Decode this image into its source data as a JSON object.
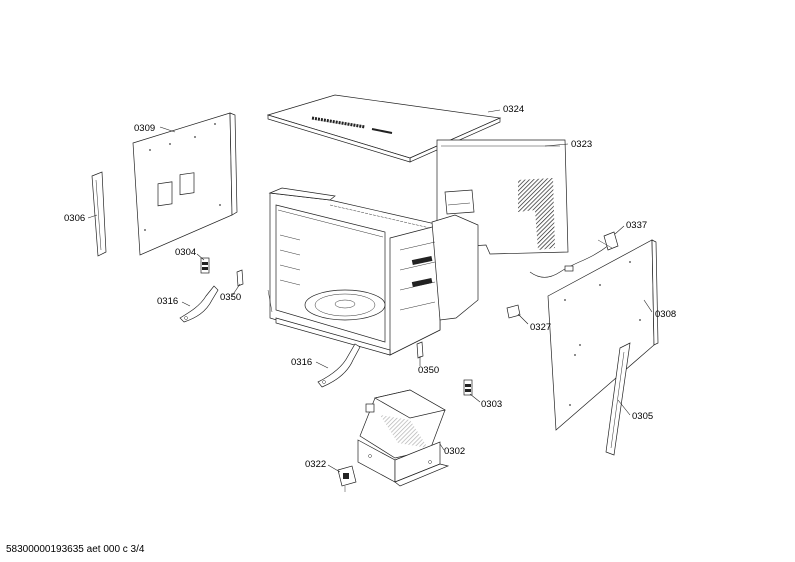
{
  "labels": {
    "p0309": "0309",
    "p0306": "0306",
    "p0304": "0304",
    "p0316a": "0316",
    "p0350a": "0350",
    "p0324": "0324",
    "p0323": "0323",
    "p0337": "0337",
    "p0308": "0308",
    "p0327": "0327",
    "p0316b": "0316",
    "p0350b": "0350",
    "p0303": "0303",
    "p0305": "0305",
    "p0302": "0302",
    "p0322": "0322"
  },
  "footer": "58300000193635 aet 000 c 3/4"
}
